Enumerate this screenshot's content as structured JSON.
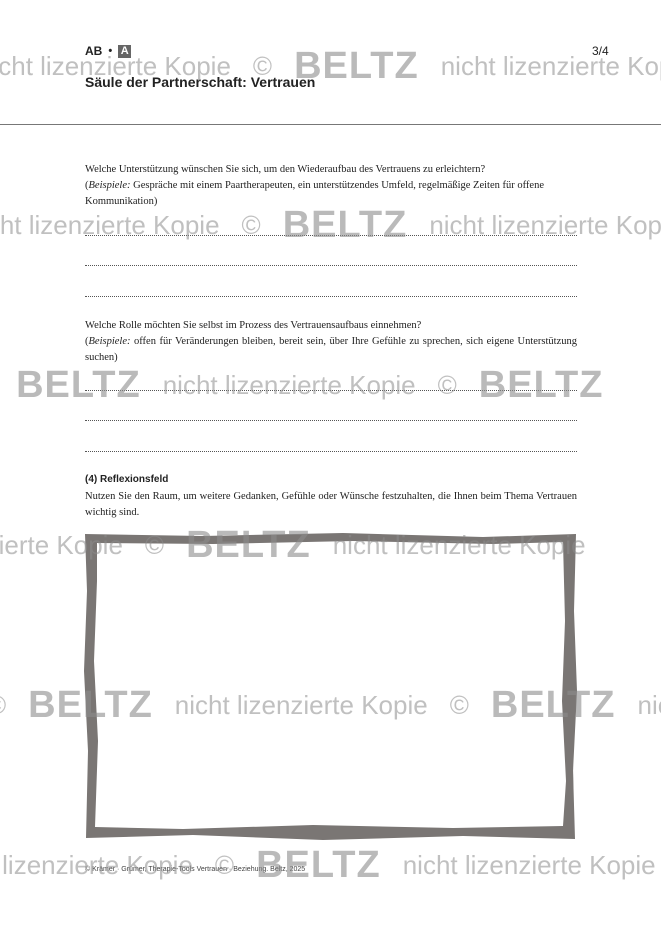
{
  "header": {
    "tag": "AB",
    "bullet": "•",
    "box": "A",
    "page": "3/4",
    "title": "Säule der Partnerschaft: Vertrauen"
  },
  "q1": {
    "question": "Welche Unterstützung wünschen Sie sich, um den Wiederaufbau des Vertrauens zu erleichtern?",
    "open": "(",
    "label": "Beispiele:",
    "examples": "Gespräche mit einem Paartherapeuten, ein unterstützendes Umfeld, regelmäßige Zeiten für offene Kommunikation)"
  },
  "q2": {
    "question": "Welche Rolle möchten Sie selbst im Prozess des Vertrauensaufbaus einnehmen?",
    "open": "(",
    "label": "Beispiele:",
    "examples": "offen für Veränderungen bleiben, bereit sein, über Ihre Gefühle zu sprechen, sich eigene Unterstützung suchen)"
  },
  "reflection": {
    "title": "(4) Reflexionsfeld",
    "text": "Nutzen Sie den Raum, um weitere Gedanken, Gefühle oder Wünsche festzuhalten, die Ihnen beim Thema Vertrauen wichtig sind."
  },
  "footer": "© Krämer · Grümer, Therapie-Tools Vertrauen · Beziehung. Beltz, 2025",
  "watermark": {
    "copyright": "©",
    "brand": "BELTZ",
    "text": "nicht lizenzierte Kopie"
  },
  "colors": {
    "frame": "#7a7674",
    "watermark": "#8c8c8c"
  }
}
